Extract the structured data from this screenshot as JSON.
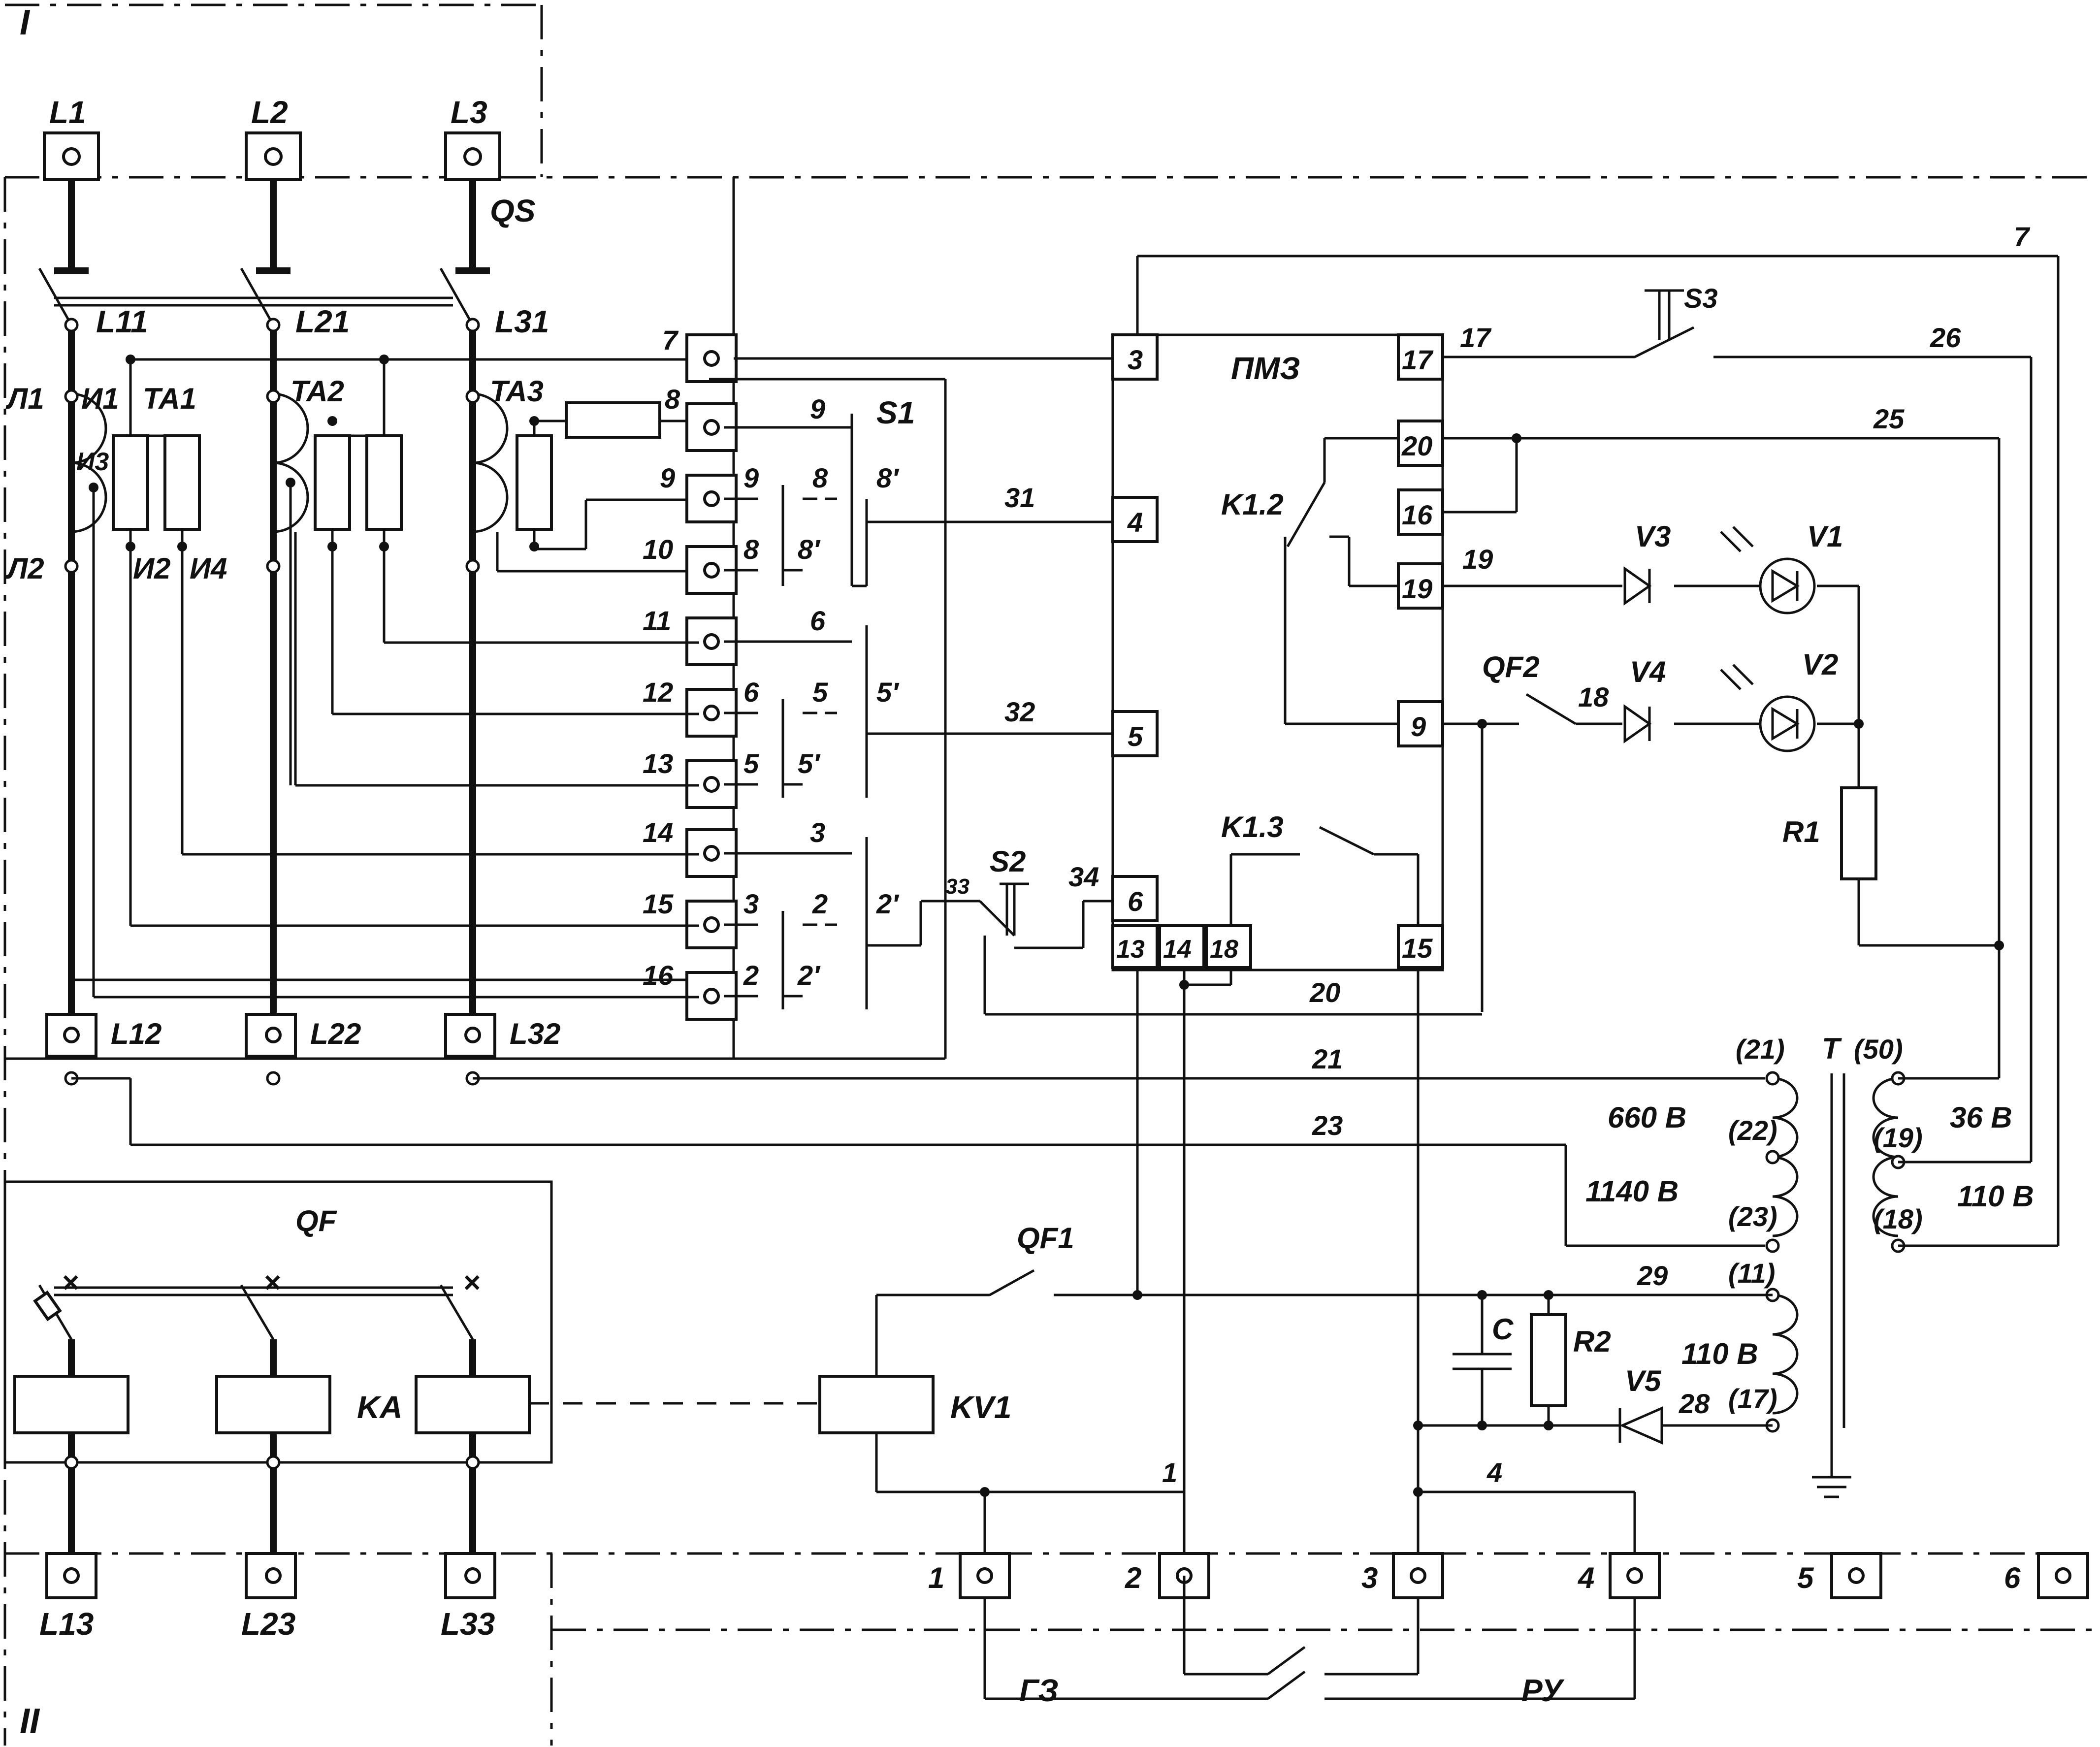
{
  "zones": {
    "top": "I",
    "bottom": "II"
  },
  "phases": {
    "in": [
      "L1",
      "L2",
      "L3"
    ],
    "mid": [
      "L11",
      "L21",
      "L31"
    ],
    "after_ta": [
      "L12",
      "L22",
      "L32"
    ],
    "out": [
      "L13",
      "L23",
      "L33"
    ]
  },
  "components": {
    "qs": "QS",
    "qf": "QF",
    "ka": "KA",
    "kv1": "KV1",
    "qf1": "QF1",
    "qf2": "QF2",
    "pmz": "ПМЗ",
    "k12": "K1.2",
    "k13": "K1.3",
    "s1": "S1",
    "s2": "S2",
    "s3": "S3",
    "ta1": "TA1",
    "ta2": "TA2",
    "ta3": "TA3",
    "t": "T",
    "r1": "R1",
    "r2": "R2",
    "c": "C",
    "v1": "V1",
    "v2": "V2",
    "v3": "V3",
    "v4": "V4",
    "v5": "V5",
    "gz": "ГЗ",
    "ru": "РУ"
  },
  "ta_terminals": {
    "l1": "Л1",
    "i1": "И1",
    "i3": "И3",
    "l2": "Л2",
    "i2": "И2",
    "i4": "И4"
  },
  "strip_terminals": [
    "7",
    "8",
    "9",
    "10",
    "11",
    "12",
    "13",
    "14",
    "15",
    "16"
  ],
  "switch_s1_labels": {
    "a9": "9",
    "b9": "9",
    "b8": "8",
    "b8p": "8′",
    "c8": "8",
    "c8p": "8′",
    "d6": "6",
    "e6": "6",
    "e5": "5",
    "e5p": "5′",
    "f5": "5",
    "f5p": "5′",
    "g3": "3",
    "h3": "3",
    "h2": "2",
    "h2p": "2′",
    "i2": "2",
    "i2p": "2′"
  },
  "pmz_terminals": {
    "left": [
      "3",
      "4",
      "5",
      "6"
    ],
    "bottom": [
      "13",
      "14",
      "18"
    ],
    "right": [
      "17",
      "20",
      "16",
      "19",
      "9",
      "15"
    ]
  },
  "wire_numbers": {
    "w7": "7",
    "w17": "17",
    "w26": "26",
    "w25": "25",
    "w19": "19",
    "w18": "18",
    "w31": "31",
    "w32": "32",
    "w33": "33",
    "w34": "34",
    "w20": "20",
    "w21": "21",
    "w23": "23",
    "w29": "29",
    "w28": "28",
    "w1": "1",
    "w4": "4"
  },
  "transformer": {
    "primary_taps": [
      "(21)",
      "(22)",
      "(23)"
    ],
    "secondary_taps": [
      "(50)",
      "(19)",
      "(18)"
    ],
    "control_taps": [
      "(11)",
      "(17)"
    ],
    "v660": "660 В",
    "v1140": "1140 В",
    "v36": "36 В",
    "v110a": "110 В",
    "v110b": "110 В"
  },
  "bottom_terminals": [
    "1",
    "2",
    "3",
    "4",
    "5",
    "6"
  ]
}
